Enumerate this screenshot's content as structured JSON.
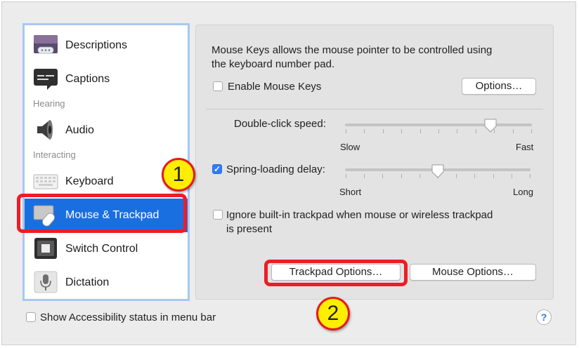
{
  "sidebar": {
    "items": [
      {
        "label": "Descriptions",
        "icon": "descriptions-icon"
      },
      {
        "label": "Captions",
        "icon": "captions-icon"
      },
      {
        "label": "Audio",
        "icon": "speaker-icon"
      },
      {
        "label": "Keyboard",
        "icon": "keyboard-icon"
      },
      {
        "label": "Mouse & Trackpad",
        "icon": "mouse-trackpad-icon",
        "selected": true
      },
      {
        "label": "Switch Control",
        "icon": "switch-control-icon"
      },
      {
        "label": "Dictation",
        "icon": "microphone-icon"
      }
    ],
    "headers": {
      "hearing": "Hearing",
      "interacting": "Interacting"
    }
  },
  "panel": {
    "description": "Mouse Keys allows the mouse pointer to be controlled using the keyboard number pad.",
    "description_line1": "Mouse Keys allows the mouse pointer to be controlled using",
    "description_line2": "the keyboard number pad.",
    "enable_mouse_keys": {
      "label": "Enable Mouse Keys",
      "checked": false
    },
    "options_button": "Options…",
    "double_click": {
      "label": "Double-click speed:",
      "min_label": "Slow",
      "max_label": "Fast",
      "value": 0.78
    },
    "spring_loading": {
      "label": "Spring-loading delay:",
      "checked": true,
      "min_label": "Short",
      "max_label": "Long",
      "value": 0.5
    },
    "ignore_trackpad": {
      "label_line1": "Ignore built-in trackpad when mouse or wireless trackpad",
      "label_line2": "is present",
      "checked": false
    },
    "trackpad_options_button": "Trackpad Options…",
    "mouse_options_button": "Mouse Options…"
  },
  "footer": {
    "status_checkbox": {
      "label": "Show Accessibility status in menu bar",
      "checked": false
    },
    "help": "?"
  },
  "annotations": {
    "badge1": "1",
    "badge2": "2",
    "highlight_color": "#ef1c24",
    "badge_color": "#ffee00"
  },
  "colors": {
    "selection": "#1a6fe0",
    "checkbox_on": "#2f7cf6",
    "sidebar_border": "#a7c8f2"
  }
}
